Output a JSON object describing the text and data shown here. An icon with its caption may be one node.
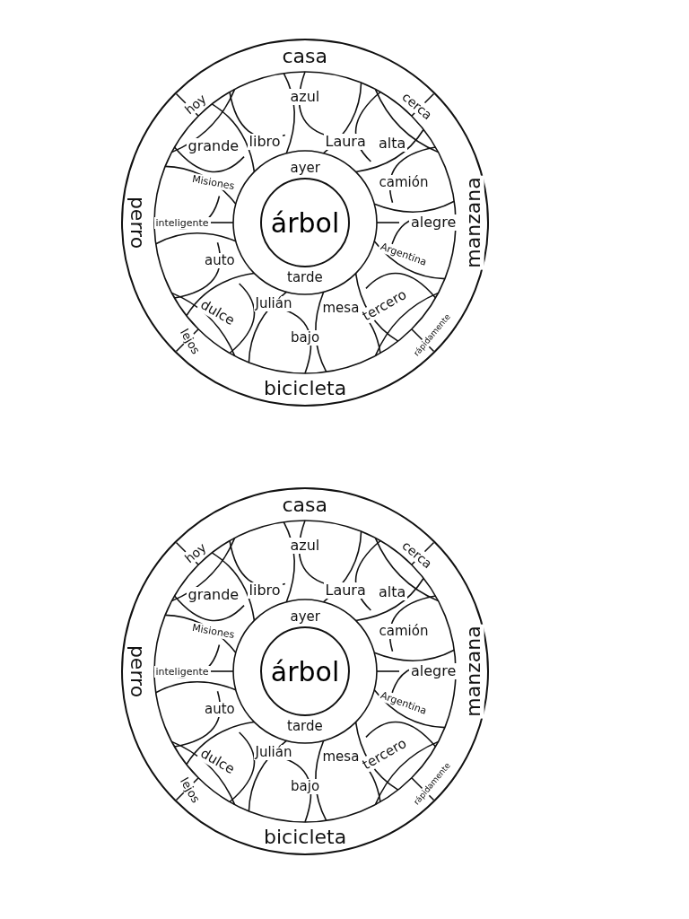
{
  "diagram": {
    "nodes": [
      {
        "text": [],
        "shape": "circle"
      },
      {
        "text": [
          "casa"
        ],
        "in": 0
      },
      {
        "text": [
          "hoy"
        ],
        "in": 0
      },
      {
        "text": [
          "azul"
        ],
        "in": 0
      },
      {
        "text": [
          "cerca"
        ],
        "in": 0
      },
      {
        "text": [
          "grande"
        ],
        "in": 0
      },
      {
        "text": [
          "libro"
        ],
        "in": 0
      },
      {
        "text": [
          "Laura"
        ],
        "in": 0
      },
      {
        "text": [
          "alta"
        ],
        "in": 0
      },
      {
        "text": [
          "ayer"
        ],
        "in": 0
      },
      {
        "text": [
          "Misiones"
        ],
        "in": 0
      },
      {
        "text": [
          "camión"
        ],
        "in": 0
      },
      {
        "text": [
          "perro"
        ],
        "in": 0
      },
      {
        "text": [
          "inteligente"
        ],
        "in": 0
      },
      {
        "text": [
          "árbol"
        ],
        "in": 0
      },
      {
        "text": [
          "alegre"
        ],
        "in": 0
      },
      {
        "text": [
          "manzana"
        ],
        "in": 0
      },
      {
        "text": [
          "auto"
        ],
        "in": 0
      },
      {
        "text": [
          "Argentina"
        ],
        "in": 0
      },
      {
        "text": [
          "tarde"
        ],
        "in": 0
      },
      {
        "text": [
          "dulce"
        ],
        "in": 0
      },
      {
        "text": [
          "Julián"
        ],
        "in": 0
      },
      {
        "text": [
          "mesa"
        ],
        "in": 0
      },
      {
        "text": [
          "tercero"
        ],
        "in": 0
      },
      {
        "text": [
          "lejos"
        ],
        "in": 0
      },
      {
        "text": [
          "bajo"
        ],
        "in": 0
      },
      {
        "text": [
          "rápidamente"
        ],
        "in": 0
      },
      {
        "text": [
          "bicicleta"
        ],
        "in": 0
      },
      {
        "text": [],
        "shape": "circle"
      },
      {
        "text": [
          "casa"
        ],
        "in": 28
      },
      {
        "text": [
          "hoy"
        ],
        "in": 28
      },
      {
        "text": [
          "azul"
        ],
        "in": 28
      },
      {
        "text": [
          "cerca"
        ],
        "in": 28
      },
      {
        "text": [
          "grande"
        ],
        "in": 28
      },
      {
        "text": [
          "libro"
        ],
        "in": 28
      },
      {
        "text": [
          "Laura"
        ],
        "in": 28
      },
      {
        "text": [
          "alta"
        ],
        "in": 28
      },
      {
        "text": [
          "ayer"
        ],
        "in": 28
      },
      {
        "text": [
          "Misiones"
        ],
        "in": 28
      },
      {
        "text": [
          "camión"
        ],
        "in": 28
      },
      {
        "text": [
          "perro"
        ],
        "in": 28
      },
      {
        "text": [
          "inteligente"
        ],
        "in": 28
      },
      {
        "text": [
          "árbol"
        ],
        "in": 28
      },
      {
        "text": [
          "alegre"
        ],
        "in": 28
      },
      {
        "text": [
          "manzana"
        ],
        "in": 28
      },
      {
        "text": [
          "auto"
        ],
        "in": 28
      },
      {
        "text": [
          "Argentina"
        ],
        "in": 28
      },
      {
        "text": [
          "tarde"
        ],
        "in": 28
      },
      {
        "text": [
          "dulce"
        ],
        "in": 28
      },
      {
        "text": [
          "Julián"
        ],
        "in": 28
      },
      {
        "text": [
          "mesa"
        ],
        "in": 28
      },
      {
        "text": [
          "tercero"
        ],
        "in": 28
      },
      {
        "text": [
          "lejos"
        ],
        "in": 28
      },
      {
        "text": [
          "bajo"
        ],
        "in": 28
      },
      {
        "text": [
          "rápidamente"
        ],
        "in": 28
      },
      {
        "text": [
          "bicicleta"
        ],
        "in": 28
      }
    ]
  }
}
